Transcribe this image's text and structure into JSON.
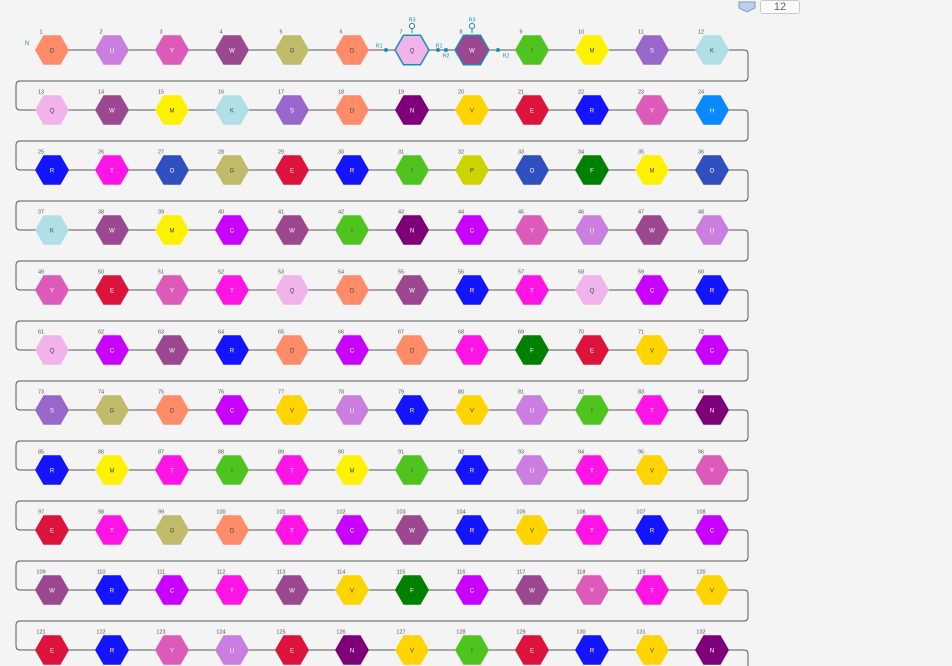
{
  "toolbar": {
    "badge_count": "12"
  },
  "terminal_label": "N",
  "residue_colors": {
    "D": "#ff8c69",
    "U": "#c97ee0",
    "Y": "#dc5ab8",
    "W": "#9b4890",
    "G": "#bfbb6a",
    "Q": "#f0b4ea",
    "I": "#4fc41e",
    "M": "#fff200",
    "S": "#9966cc",
    "K": "#b0e0e6",
    "N": "#7d0079",
    "V": "#ffd400",
    "E": "#dc143c",
    "R": "#1414ff",
    "H": "#0a88ff",
    "T": "#ff14e6",
    "O": "#3050c0",
    "P": "#ccd400",
    "F": "#008000",
    "C": "#c800ff"
  },
  "rows": [
    "DUYWGDQWIMSK",
    "QWMKSDNVERYH",
    "RTOGERIPOFMO",
    "KWMCWINCYUWU",
    "YEYTQDWRTQCR",
    "QCWRDCDTFEVC",
    "SGDCVURVUITN",
    "RMTITMIRUTVY",
    "ETGDTCWRVTRC",
    "WRCTWVFCWYTV",
    "ERYUENVIERVN"
  ],
  "modifications": [
    {
      "position": 7,
      "label": "R3",
      "links": [
        "R1",
        "R2"
      ]
    },
    {
      "position": 8,
      "label": "R3",
      "links": [
        "R1",
        "R2"
      ]
    }
  ]
}
